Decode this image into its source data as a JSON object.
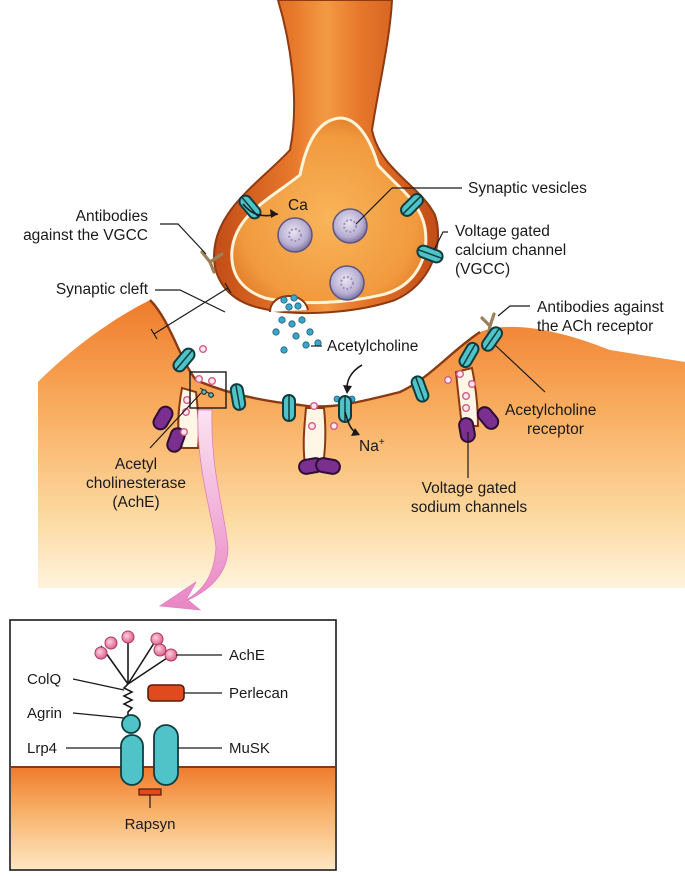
{
  "labels": {
    "synaptic_vesicles": "Synaptic vesicles",
    "vgcc_line1": "Voltage gated",
    "vgcc_line2": "calcium channel",
    "vgcc_line3": "(VGCC)",
    "ab_vgcc_line1": "Antibodies",
    "ab_vgcc_line2": "against the VGCC",
    "synaptic_cleft": "Synaptic cleft",
    "ab_ach_line1": "Antibodies against",
    "ab_ach_line2": "the ACh receptor",
    "acetylcholine": "Acetylcholine",
    "ach_receptor_line1": "Acetylcholine",
    "ach_receptor_line2": "receptor",
    "ache_line1": "Acetyl",
    "ache_line2": "cholinesterase",
    "ache_line3": "(AchE)",
    "vgsc_line1": "Voltage gated",
    "vgsc_line2": "sodium channels",
    "ca": "Ca",
    "na": "Na",
    "na_sup": "+"
  },
  "inset": {
    "ache": "AchE",
    "colq": "ColQ",
    "perlecan": "Perlecan",
    "agrin": "Agrin",
    "lrp4": "Lrp4",
    "musk": "MuSK",
    "rapsyn": "Rapsyn"
  },
  "colors": {
    "terminal_dark": "#c2501a",
    "terminal_light": "#f7a94c",
    "muscle_top": "#f07a2a",
    "muscle_bottom": "#fde7bf",
    "channel_teal": "#4fc3c7",
    "channel_purple": "#7b2f8f",
    "ach_blue": "#3aa6c9",
    "ache_pink": "#e8759a",
    "perlecan_red": "#e04a1c"
  }
}
